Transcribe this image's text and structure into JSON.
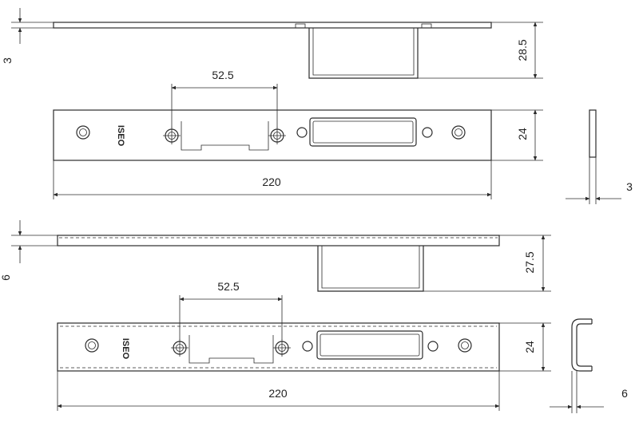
{
  "brand": "ISEO",
  "top_drawing": {
    "thickness": "3",
    "box_depth": "28.5",
    "screw_spacing": "52.5",
    "plate_width": "24",
    "plate_length": "220",
    "edge_thickness": "3"
  },
  "bottom_drawing": {
    "thickness": "6",
    "box_depth": "27.5",
    "screw_spacing": "52.5",
    "plate_width": "24",
    "plate_length": "220",
    "edge_thickness": "6"
  }
}
